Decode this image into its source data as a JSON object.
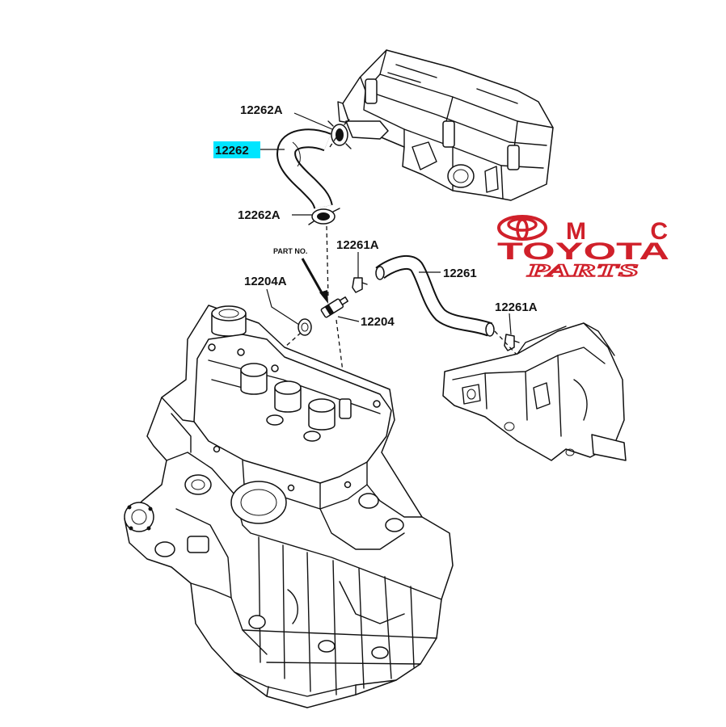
{
  "callouts": [
    {
      "text": "12262A"
    },
    {
      "text": "12262"
    },
    {
      "text": "12262A"
    },
    {
      "text": "12261A"
    },
    {
      "text": "12261"
    },
    {
      "text": "12204A"
    },
    {
      "text": "12204"
    },
    {
      "text": "12261A"
    }
  ],
  "part_no_label": "PART NO.",
  "highlight_color": "#00e5ff",
  "logo": {
    "mark": "MC",
    "brand": "TOYOTA",
    "sub": "PARTS",
    "color": "#d0202a",
    "icon": "toyota-emblem-icon"
  }
}
